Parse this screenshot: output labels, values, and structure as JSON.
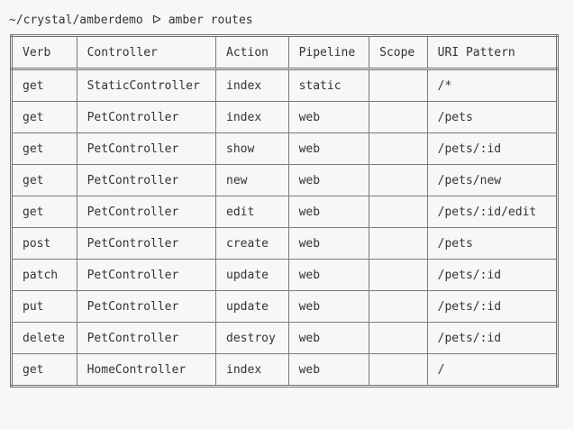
{
  "terminal": {
    "cwd": "~/crystal/amberdemo",
    "prompt_symbol": "ᐅ",
    "command": "amber routes"
  },
  "table": {
    "headers": [
      "Verb",
      "Controller",
      "Action",
      "Pipeline",
      "Scope",
      "URI Pattern"
    ],
    "rows": [
      [
        "get",
        "StaticController",
        "index",
        "static",
        "",
        "/*"
      ],
      [
        "get",
        "PetController",
        "index",
        "web",
        "",
        "/pets"
      ],
      [
        "get",
        "PetController",
        "show",
        "web",
        "",
        "/pets/:id"
      ],
      [
        "get",
        "PetController",
        "new",
        "web",
        "",
        "/pets/new"
      ],
      [
        "get",
        "PetController",
        "edit",
        "web",
        "",
        "/pets/:id/edit"
      ],
      [
        "post",
        "PetController",
        "create",
        "web",
        "",
        "/pets"
      ],
      [
        "patch",
        "PetController",
        "update",
        "web",
        "",
        "/pets/:id"
      ],
      [
        "put",
        "PetController",
        "update",
        "web",
        "",
        "/pets/:id"
      ],
      [
        "delete",
        "PetController",
        "destroy",
        "web",
        "",
        "/pets/:id"
      ],
      [
        "get",
        "HomeController",
        "index",
        "web",
        "",
        "/"
      ]
    ]
  },
  "colors": {
    "background": "#f7f7f7",
    "text": "#333333",
    "border": "#7a7a7a"
  }
}
